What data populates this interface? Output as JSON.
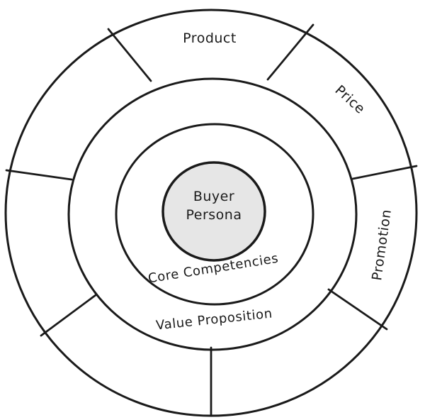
{
  "center": {
    "line1": "Buyer",
    "line2": "Persona"
  },
  "rings": {
    "inner_label": "Core Competencies",
    "middle_label": "Value Proposition"
  },
  "segments": {
    "product": "Product",
    "price": "Price",
    "promotion": "Promotion"
  }
}
